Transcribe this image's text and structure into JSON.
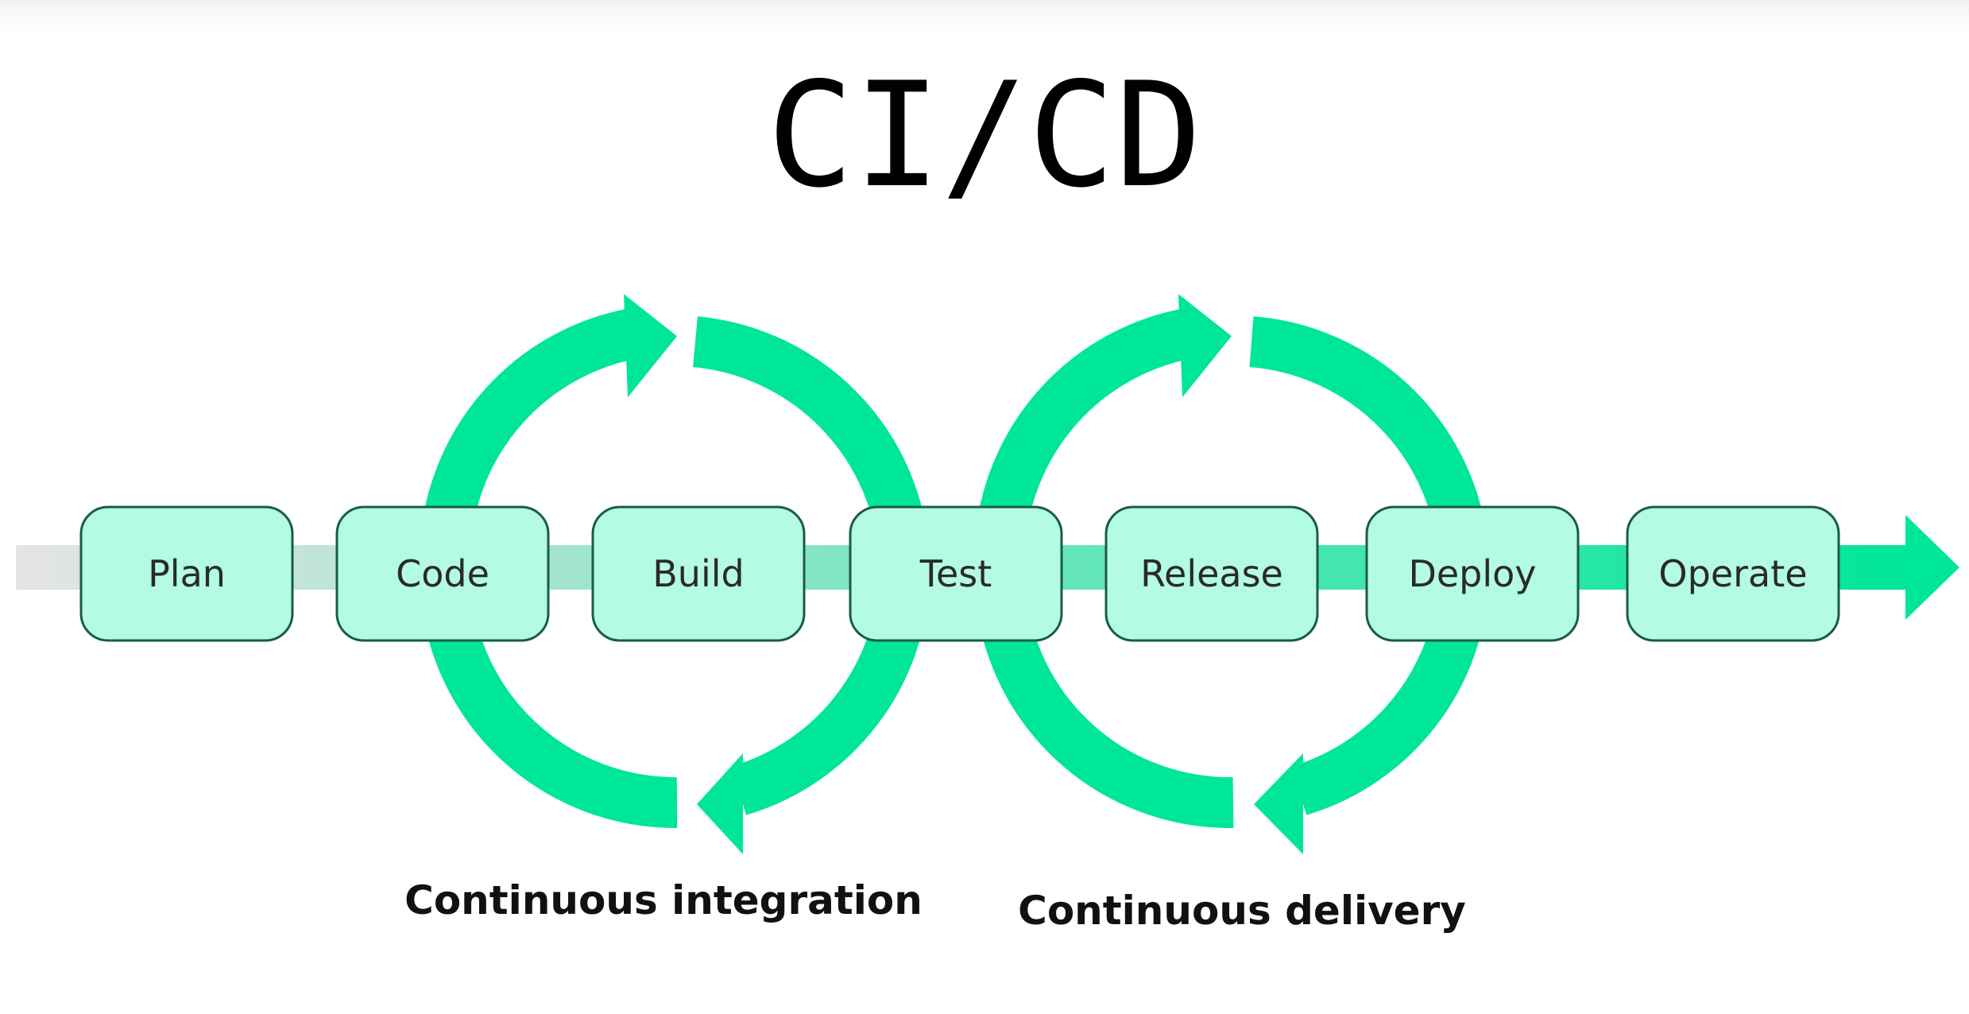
{
  "title": "CI/CD",
  "stages": [
    "Plan",
    "Code",
    "Build",
    "Test",
    "Release",
    "Deploy",
    "Operate"
  ],
  "loops": [
    {
      "label": "Continuous integration"
    },
    {
      "label": "Continuous delivery"
    }
  ],
  "colors": {
    "accent": "#00e699",
    "box_fill": "#b3fbe3",
    "box_stroke": "#1a5c46",
    "track_start": "#e4e4e4",
    "track_end": "#00e699"
  }
}
